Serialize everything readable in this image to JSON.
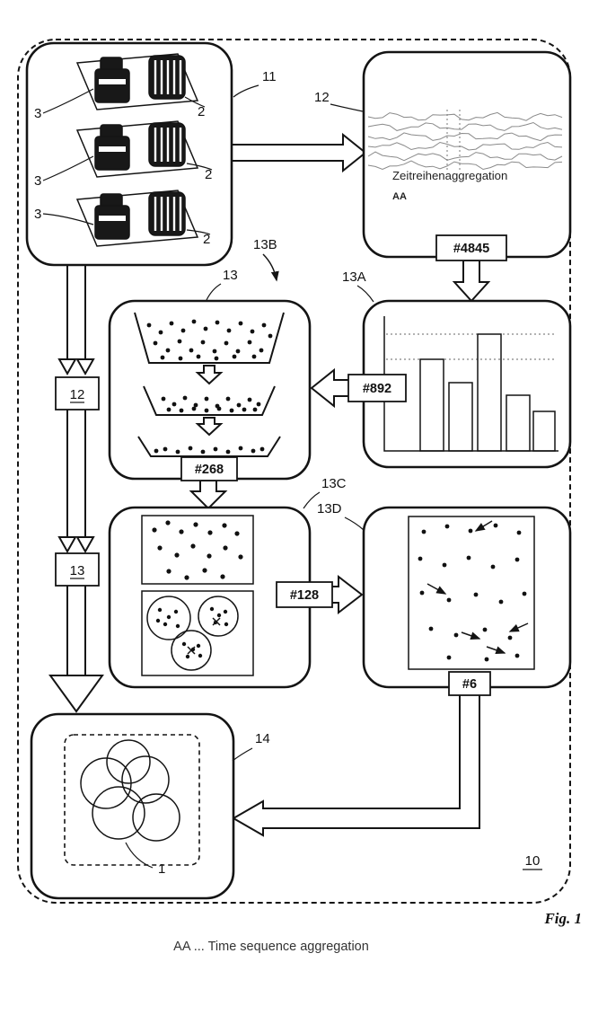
{
  "figure": {
    "label": "Fig. 1",
    "ref": "10",
    "caption": "AA ... Time sequence aggregation"
  },
  "box11": {
    "ref": "11",
    "sensor_refs": [
      "3",
      "3",
      "3"
    ],
    "machine_refs": [
      "2",
      "2",
      "2"
    ]
  },
  "box12": {
    "ref": "12",
    "title": "Zeitreihenaggregation",
    "abbr": "AA",
    "badge": "#4845"
  },
  "box13a": {
    "ref": "13A",
    "badge": "#892"
  },
  "box13b": {
    "ref": "13B",
    "parent_ref": "13",
    "badge": "#268"
  },
  "box13c": {
    "ref": "13C",
    "badge": "#128"
  },
  "box13d": {
    "ref": "13D",
    "badge": "#6"
  },
  "box14": {
    "ref": "14",
    "inner_ref": "1"
  },
  "flow": {
    "step1": "12",
    "step2": "13"
  }
}
